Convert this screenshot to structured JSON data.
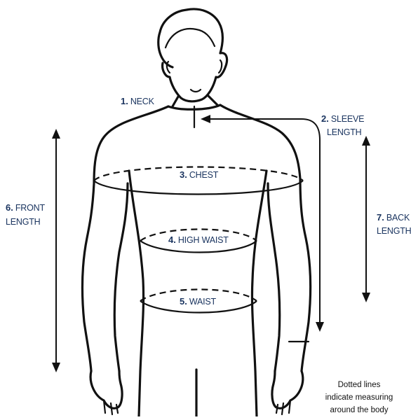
{
  "colors": {
    "label": "#1b3560",
    "line": "#111111",
    "background": "#ffffff"
  },
  "measurements": [
    {
      "number": "1.",
      "label": "NECK"
    },
    {
      "number": "2.",
      "label": "SLEEVE",
      "label_line2": "LENGTH"
    },
    {
      "number": "3.",
      "label": "CHEST"
    },
    {
      "number": "4.",
      "label": "HIGH WAIST"
    },
    {
      "number": "5.",
      "label": "WAIST"
    },
    {
      "number": "6.",
      "label": "FRONT",
      "label_line2": "LENGTH"
    },
    {
      "number": "7.",
      "label": "BACK",
      "label_line2": "LENGTH"
    }
  ],
  "note": {
    "line1": "Dotted lines",
    "line2": "indicate measuring",
    "line3": "around the body"
  }
}
